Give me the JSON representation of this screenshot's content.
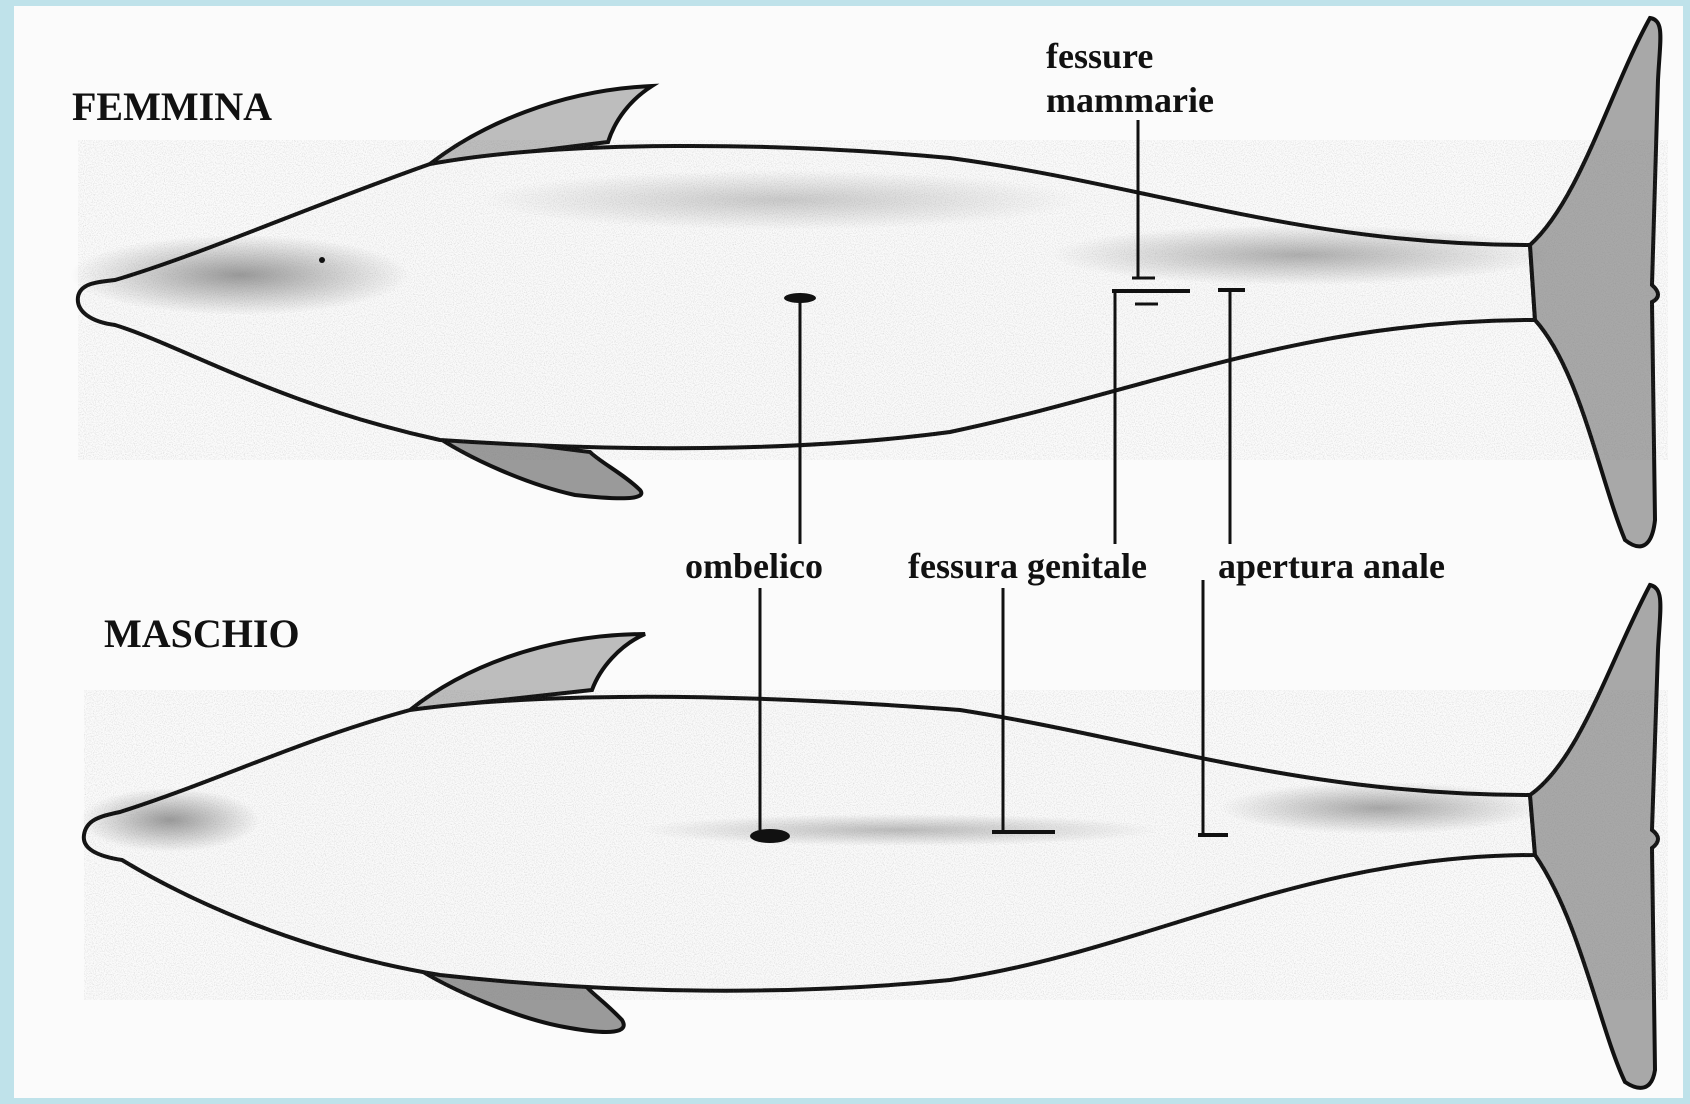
{
  "labels": {
    "female": "FEMMINA",
    "male": "MASCHIO",
    "mammary_line1": "fessure",
    "mammary_line2": "mammarie",
    "navel": "ombelico",
    "genital_slit": "fessura genitale",
    "anal_opening": "apertura anale"
  },
  "colors": {
    "background": "#bfe2ea",
    "paper": "#fbfbfb",
    "ink": "#111111",
    "shade": "#555555"
  }
}
